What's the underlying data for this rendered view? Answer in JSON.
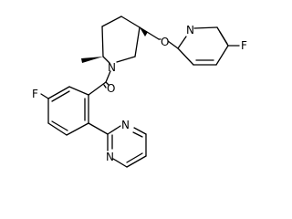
{
  "molecule": {
    "atom_labels": {
      "fluoro_pyridine": "F",
      "pyridine_n": "N",
      "ether_o": "O",
      "piperidine_n": "N",
      "carbonyl_o": "O",
      "fluoro_benzene": "F",
      "pyrimidine_n1": "N",
      "pyrimidine_n2": "N"
    },
    "colors": {
      "bond": "#000000",
      "label": "#000000",
      "background": "#ffffff"
    }
  }
}
